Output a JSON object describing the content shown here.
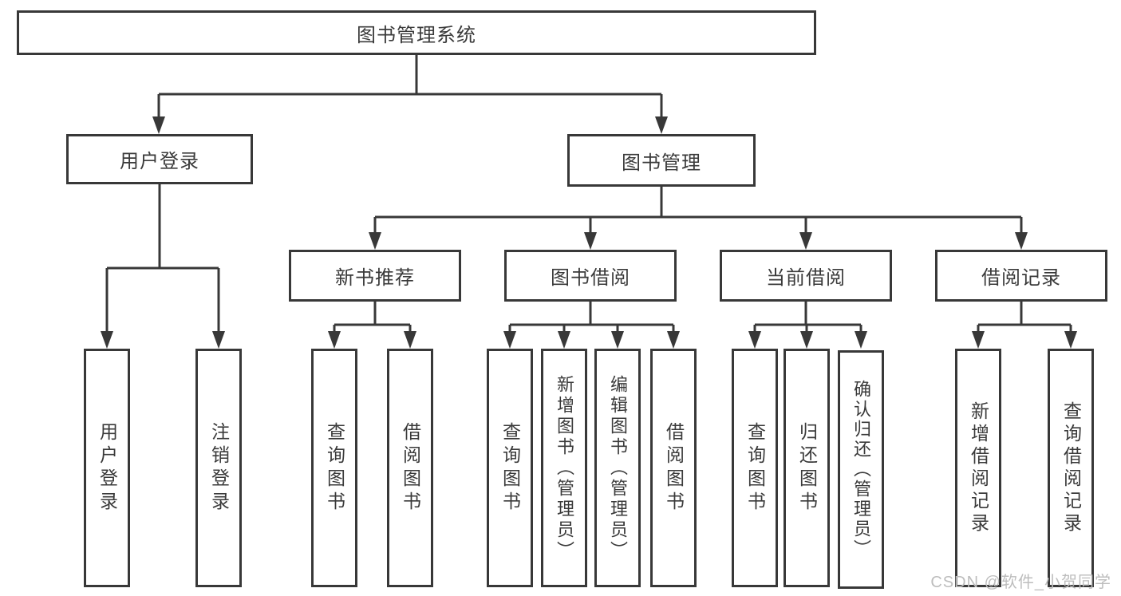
{
  "diagram": {
    "root": {
      "label": "图书管理系统"
    },
    "level1": [
      {
        "label": "用户登录"
      },
      {
        "label": "图书管理"
      }
    ],
    "level2": [
      {
        "label": "新书推荐"
      },
      {
        "label": "图书借阅"
      },
      {
        "label": "当前借阅"
      },
      {
        "label": "借阅记录"
      }
    ],
    "leaves": {
      "user_login": [
        {
          "label": "用户登录"
        },
        {
          "label": "注销登录"
        }
      ],
      "new_book_recommend": [
        {
          "label": "查询图书"
        },
        {
          "label": "借阅图书"
        }
      ],
      "book_borrow": [
        {
          "label": "查询图书"
        },
        {
          "label": "新增图书（管理员）"
        },
        {
          "label": "编辑图书（管理员）"
        },
        {
          "label": "借阅图书"
        }
      ],
      "current_borrow": [
        {
          "label": "查询图书"
        },
        {
          "label": "归还图书"
        },
        {
          "label": "确认归还（管理员）"
        }
      ],
      "borrow_records": [
        {
          "label": "新增借阅记录"
        },
        {
          "label": "查询借阅记录"
        }
      ]
    }
  },
  "watermark": {
    "text": "CSDN @软件_小贺同学"
  },
  "colors": {
    "line": "#383838",
    "text": "#3a3a3a",
    "background": "#ffffff",
    "watermark": "#bdbdbd"
  }
}
